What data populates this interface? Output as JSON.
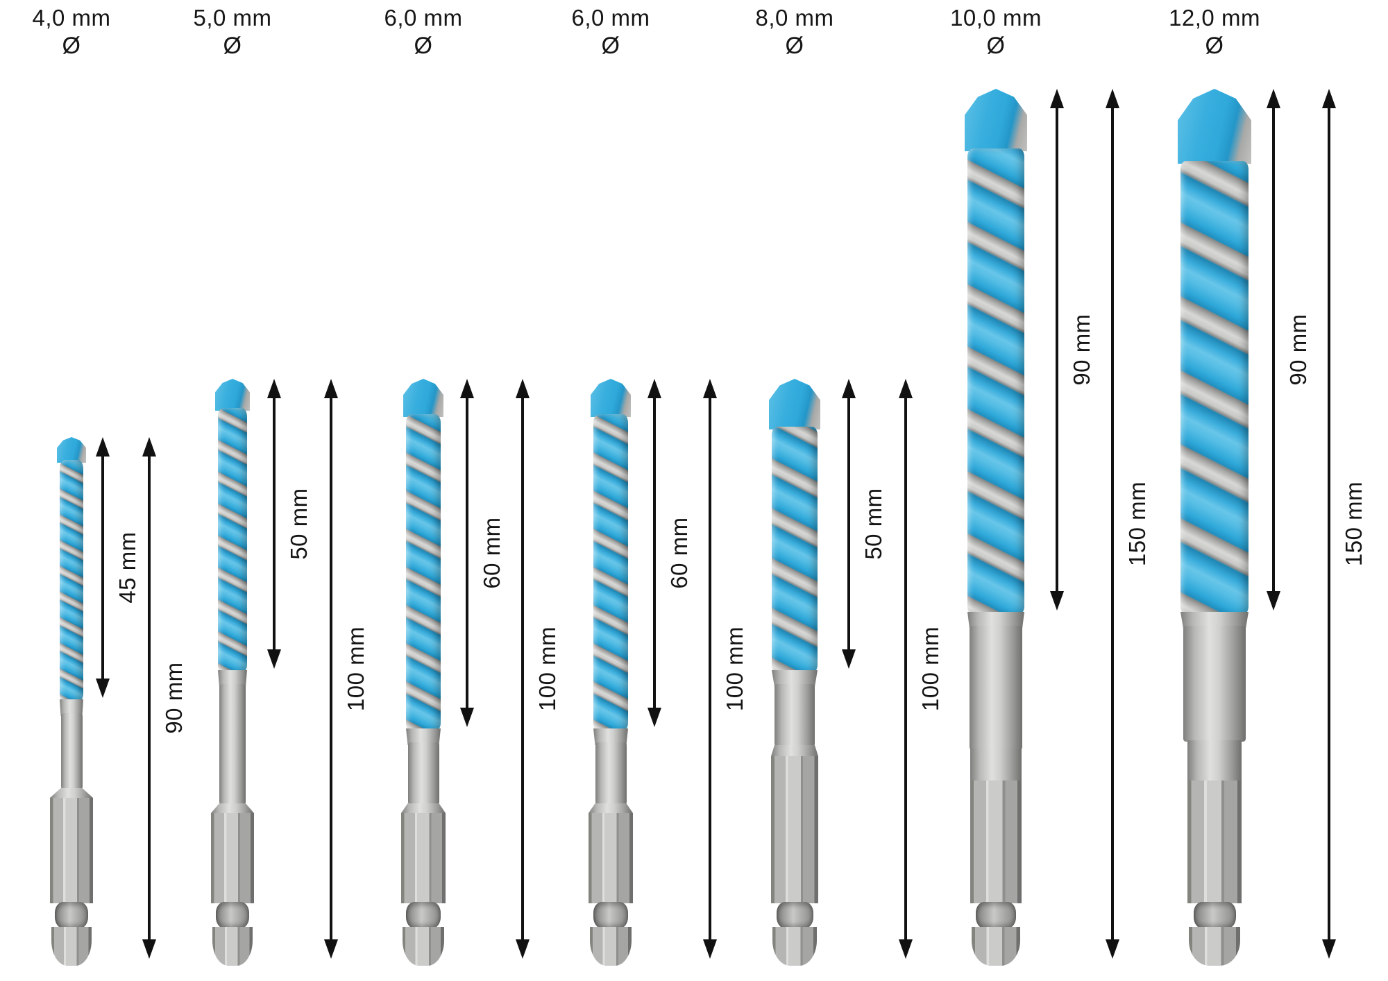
{
  "diagram": {
    "unit_symbol_label": "Ø",
    "bits": [
      {
        "diameter_label": "4,0 mm",
        "diameter_mm": 4.0,
        "working_length_label": "45 mm",
        "working_length_mm": 45,
        "total_length_label": "90 mm",
        "total_length_mm": 90
      },
      {
        "diameter_label": "5,0 mm",
        "diameter_mm": 5.0,
        "working_length_label": "50 mm",
        "working_length_mm": 50,
        "total_length_label": "100 mm",
        "total_length_mm": 100
      },
      {
        "diameter_label": "6,0 mm",
        "diameter_mm": 6.0,
        "working_length_label": "60 mm",
        "working_length_mm": 60,
        "total_length_label": "100 mm",
        "total_length_mm": 100
      },
      {
        "diameter_label": "6,0 mm",
        "diameter_mm": 6.0,
        "working_length_label": "60 mm",
        "working_length_mm": 60,
        "total_length_label": "100 mm",
        "total_length_mm": 100
      },
      {
        "diameter_label": "8,0 mm",
        "diameter_mm": 8.0,
        "working_length_label": "50 mm",
        "working_length_mm": 50,
        "total_length_label": "100 mm",
        "total_length_mm": 100
      },
      {
        "diameter_label": "10,0 mm",
        "diameter_mm": 10.0,
        "working_length_label": "90 mm",
        "working_length_mm": 90,
        "total_length_label": "150 mm",
        "total_length_mm": 150
      },
      {
        "diameter_label": "12,0 mm",
        "diameter_mm": 12.0,
        "working_length_label": "90 mm",
        "working_length_mm": 90,
        "total_length_label": "150 mm",
        "total_length_mm": 150
      }
    ],
    "colors": {
      "flute_blue": "#2FA9DA",
      "flute_blue_light": "#5FC1E6",
      "flute_blue_dark": "#1E86B4",
      "steel_light": "#D9D9D7",
      "steel_mid": "#A9A9A7",
      "steel_dark": "#6E6E6C",
      "annotation_black": "#141414",
      "background": "#FFFFFF"
    }
  }
}
